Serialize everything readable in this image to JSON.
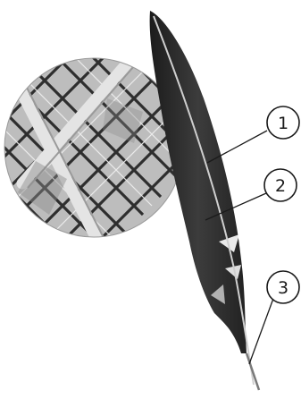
{
  "diagram": {
    "callouts": [
      {
        "id": "callout-1",
        "label": "1"
      },
      {
        "id": "callout-2",
        "label": "2"
      },
      {
        "id": "callout-3",
        "label": "3"
      }
    ]
  },
  "colors": {
    "feather_dark": "#2a2a2a",
    "feather_mid": "#4a4a4a",
    "shaft": "#d9d9d9",
    "magnifier_bg": "#cfcfcf",
    "barb_light": "#e6e6e6",
    "barb_dark": "#3a3a3a"
  }
}
